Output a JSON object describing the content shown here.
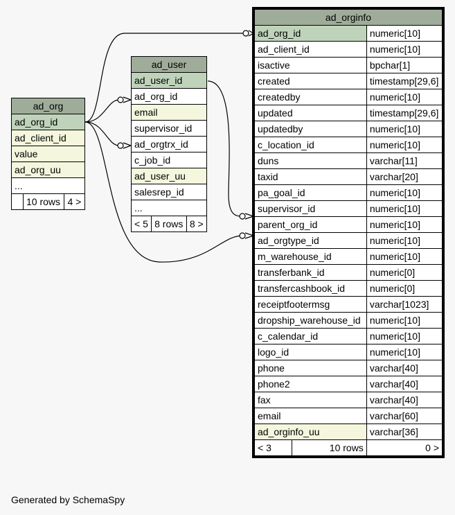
{
  "tables": {
    "ad_org": {
      "name": "ad_org",
      "columns": [
        "ad_org_id",
        "ad_client_id",
        "value",
        "ad_org_uu",
        "..."
      ],
      "footer": {
        "parents": "",
        "rows": "10 rows",
        "children": "4 >"
      }
    },
    "ad_user": {
      "name": "ad_user",
      "columns": [
        "ad_user_id",
        "ad_org_id",
        "email",
        "supervisor_id",
        "ad_orgtrx_id",
        "c_job_id",
        "ad_user_uu",
        "salesrep_id",
        "..."
      ],
      "footer": {
        "parents": "< 5",
        "rows": "8 rows",
        "children": "8 >"
      }
    },
    "ad_orginfo": {
      "name": "ad_orginfo",
      "columns": [
        {
          "name": "ad_org_id",
          "type": "numeric[10]"
        },
        {
          "name": "ad_client_id",
          "type": "numeric[10]"
        },
        {
          "name": "isactive",
          "type": "bpchar[1]"
        },
        {
          "name": "created",
          "type": "timestamp[29,6]"
        },
        {
          "name": "createdby",
          "type": "numeric[10]"
        },
        {
          "name": "updated",
          "type": "timestamp[29,6]"
        },
        {
          "name": "updatedby",
          "type": "numeric[10]"
        },
        {
          "name": "c_location_id",
          "type": "numeric[10]"
        },
        {
          "name": "duns",
          "type": "varchar[11]"
        },
        {
          "name": "taxid",
          "type": "varchar[20]"
        },
        {
          "name": "pa_goal_id",
          "type": "numeric[10]"
        },
        {
          "name": "supervisor_id",
          "type": "numeric[10]"
        },
        {
          "name": "parent_org_id",
          "type": "numeric[10]"
        },
        {
          "name": "ad_orgtype_id",
          "type": "numeric[10]"
        },
        {
          "name": "m_warehouse_id",
          "type": "numeric[10]"
        },
        {
          "name": "transferbank_id",
          "type": "numeric[0]"
        },
        {
          "name": "transfercashbook_id",
          "type": "numeric[0]"
        },
        {
          "name": "receiptfootermsg",
          "type": "varchar[1023]"
        },
        {
          "name": "dropship_warehouse_id",
          "type": "numeric[10]"
        },
        {
          "name": "c_calendar_id",
          "type": "numeric[10]"
        },
        {
          "name": "logo_id",
          "type": "numeric[10]"
        },
        {
          "name": "phone",
          "type": "varchar[40]"
        },
        {
          "name": "phone2",
          "type": "varchar[40]"
        },
        {
          "name": "fax",
          "type": "varchar[40]"
        },
        {
          "name": "email",
          "type": "varchar[60]"
        },
        {
          "name": "ad_orginfo_uu",
          "type": "varchar[36]"
        }
      ],
      "footer": {
        "parents": "< 3",
        "rows": "10 rows",
        "children": "0 >"
      }
    }
  },
  "footer_text": "Generated by SchemaSpy",
  "colors": {
    "header": "#9fac9a",
    "primary_key": "#bfd3bb",
    "foreign_key": "#f4f7dd",
    "background": "#f7f7f7"
  }
}
